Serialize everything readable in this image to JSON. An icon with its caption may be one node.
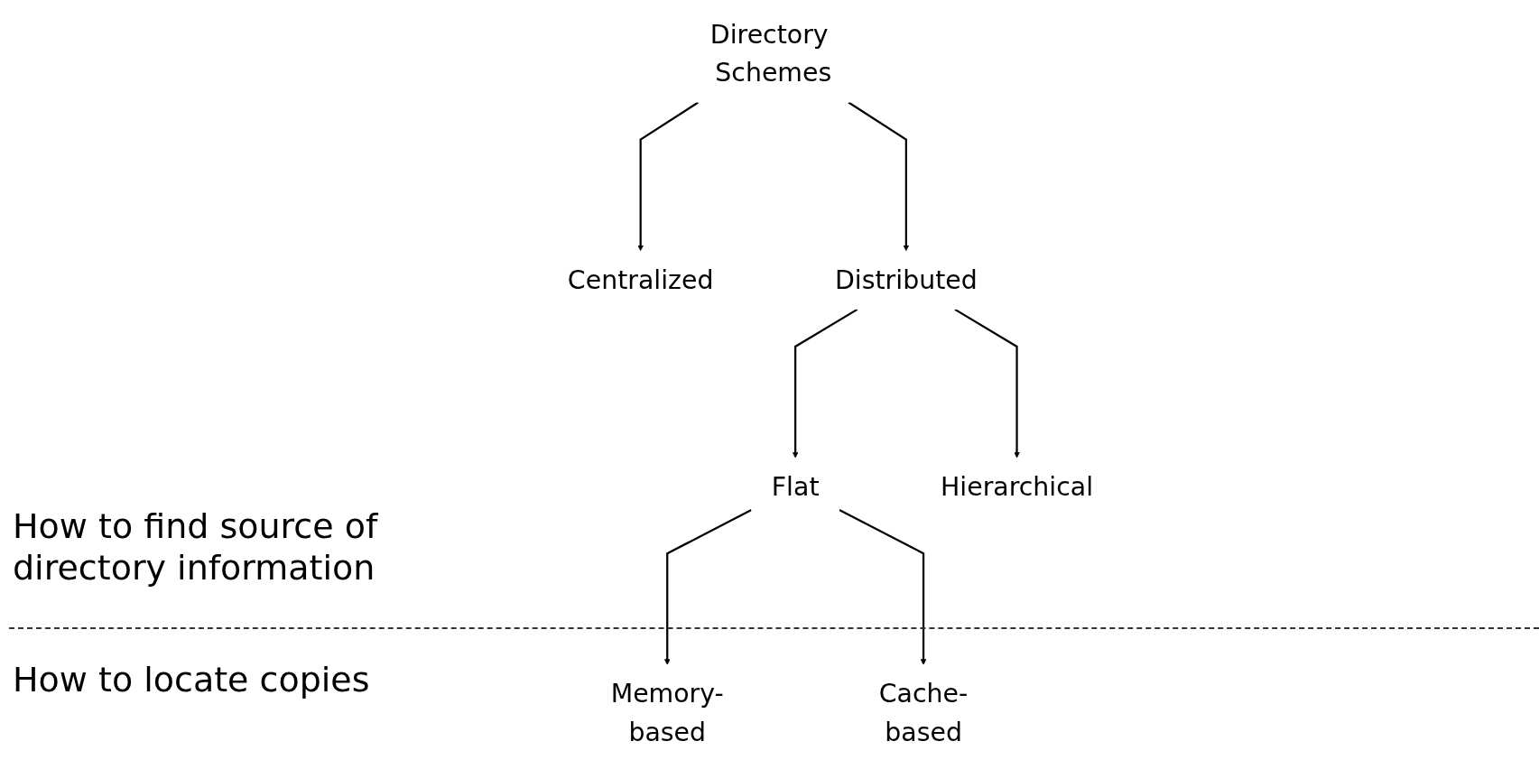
{
  "diagram": {
    "nodes": [
      {
        "text": [
          "Directory Schemes"
        ]
      },
      {
        "text": [
          "Centralized"
        ]
      },
      {
        "text": [
          "Distributed"
        ]
      },
      {
        "text": [
          "Flat"
        ]
      },
      {
        "text": [
          "Hierarchical"
        ]
      },
      {
        "text": [
          "Memory-based"
        ]
      },
      {
        "text": [
          "Cache-based"
        ]
      }
    ],
    "edges": [
      {
        "from": 0,
        "to": 1,
        "arrow": "to"
      },
      {
        "from": 0,
        "to": 2,
        "arrow": "to"
      },
      {
        "from": 2,
        "to": 3,
        "arrow": "to"
      },
      {
        "from": 2,
        "to": 4,
        "arrow": "to"
      },
      {
        "from": 3,
        "to": 5,
        "arrow": "to"
      },
      {
        "from": 3,
        "to": 6,
        "arrow": "to"
      }
    ],
    "labels": [
      "How to find source of directory information",
      "How to locate copies"
    ]
  }
}
